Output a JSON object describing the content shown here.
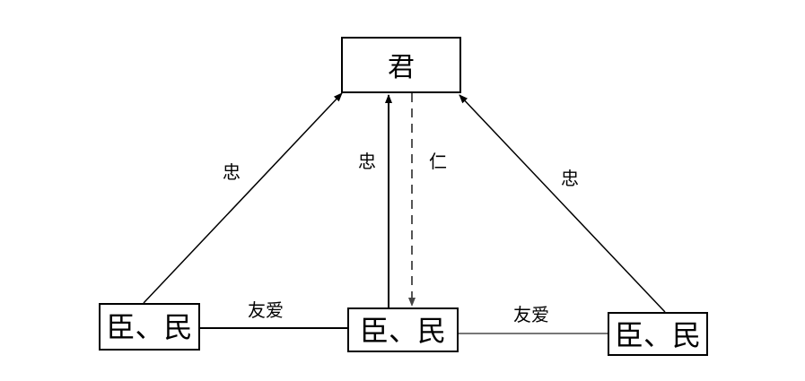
{
  "nodes": {
    "ruler": "君",
    "left": "臣、民",
    "middle": "臣、民",
    "right": "臣、民"
  },
  "edge_labels": {
    "left_loyalty": "忠",
    "middle_loyalty": "忠",
    "benevolence": "仁",
    "right_loyalty": "忠",
    "friendship_left": "友爱",
    "friendship_right": "友爱"
  },
  "colors": {
    "line": "#000000",
    "dashed_line": "#555555",
    "friendship_line_right": "#777777"
  }
}
